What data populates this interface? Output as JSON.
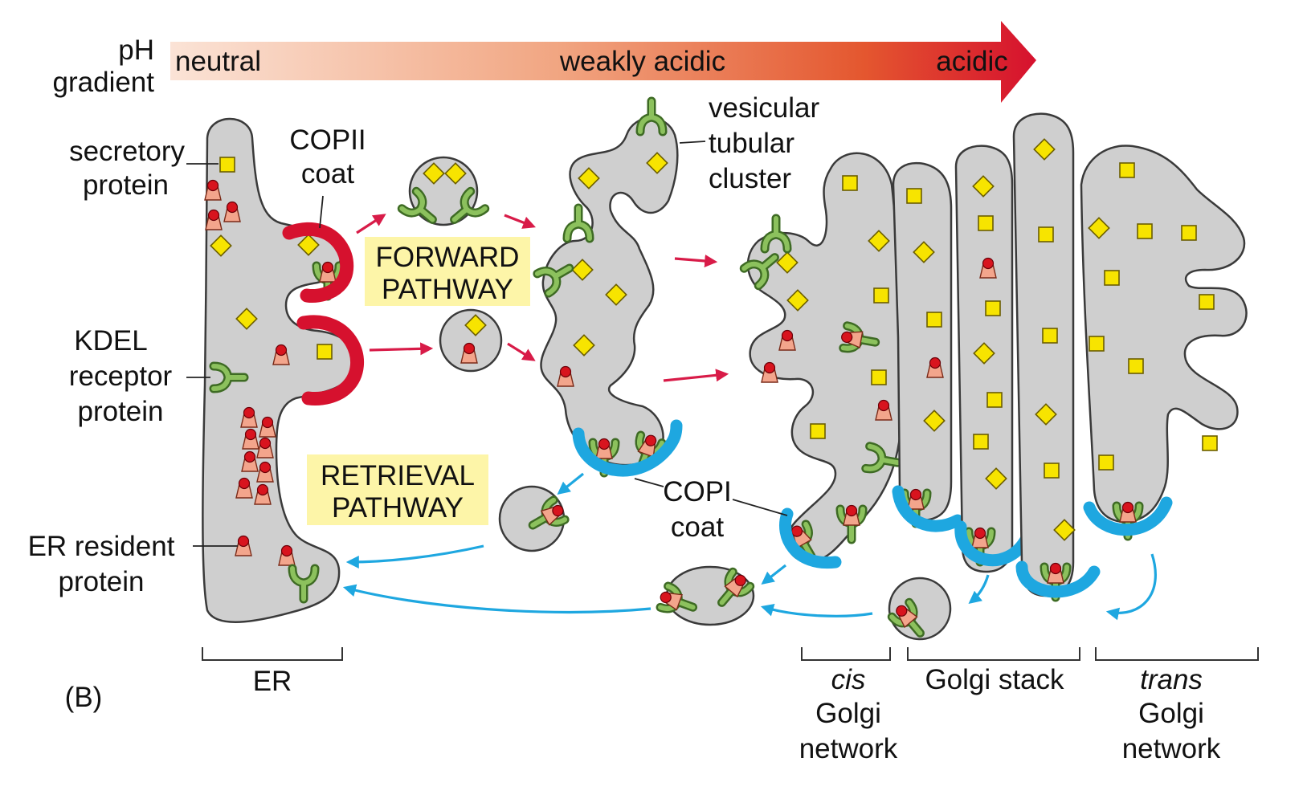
{
  "panel_label": "(B)",
  "gradient": {
    "title_line1": "pH",
    "title_line2": "gradient",
    "start": "neutral",
    "middle": "weakly acidic",
    "end": "acidic",
    "color_start": "#fbe3d6",
    "color_end": "#d6112e"
  },
  "labels": {
    "secretory_protein": [
      "secretory",
      "protein"
    ],
    "copii_coat": [
      "COPII",
      "coat"
    ],
    "kdel_receptor": [
      "KDEL",
      "receptor",
      "protein"
    ],
    "er_resident": [
      "ER resident",
      "protein"
    ],
    "vtc": [
      "vesicular",
      "tubular",
      "cluster"
    ],
    "copi_coat": [
      "COPI",
      "coat"
    ],
    "forward_pathway": [
      "FORWARD",
      "PATHWAY"
    ],
    "retrieval_pathway": [
      "RETRIEVAL",
      "PATHWAY"
    ]
  },
  "compartments": {
    "er": "ER",
    "cis": [
      "cis",
      "Golgi",
      "network"
    ],
    "stack": "Golgi stack",
    "trans": [
      "trans",
      "Golgi",
      "network"
    ]
  },
  "colors": {
    "membrane_fill": "#cfcfcf",
    "copii": "#d6112e",
    "copi": "#1ea7e0",
    "forward_arrow": "#d81b48",
    "retrieval_arrow": "#1ea7e0",
    "secretory_cargo": "#f7e400",
    "receptor": "#6aa33f",
    "highlight_box": "#fdf5a8"
  }
}
